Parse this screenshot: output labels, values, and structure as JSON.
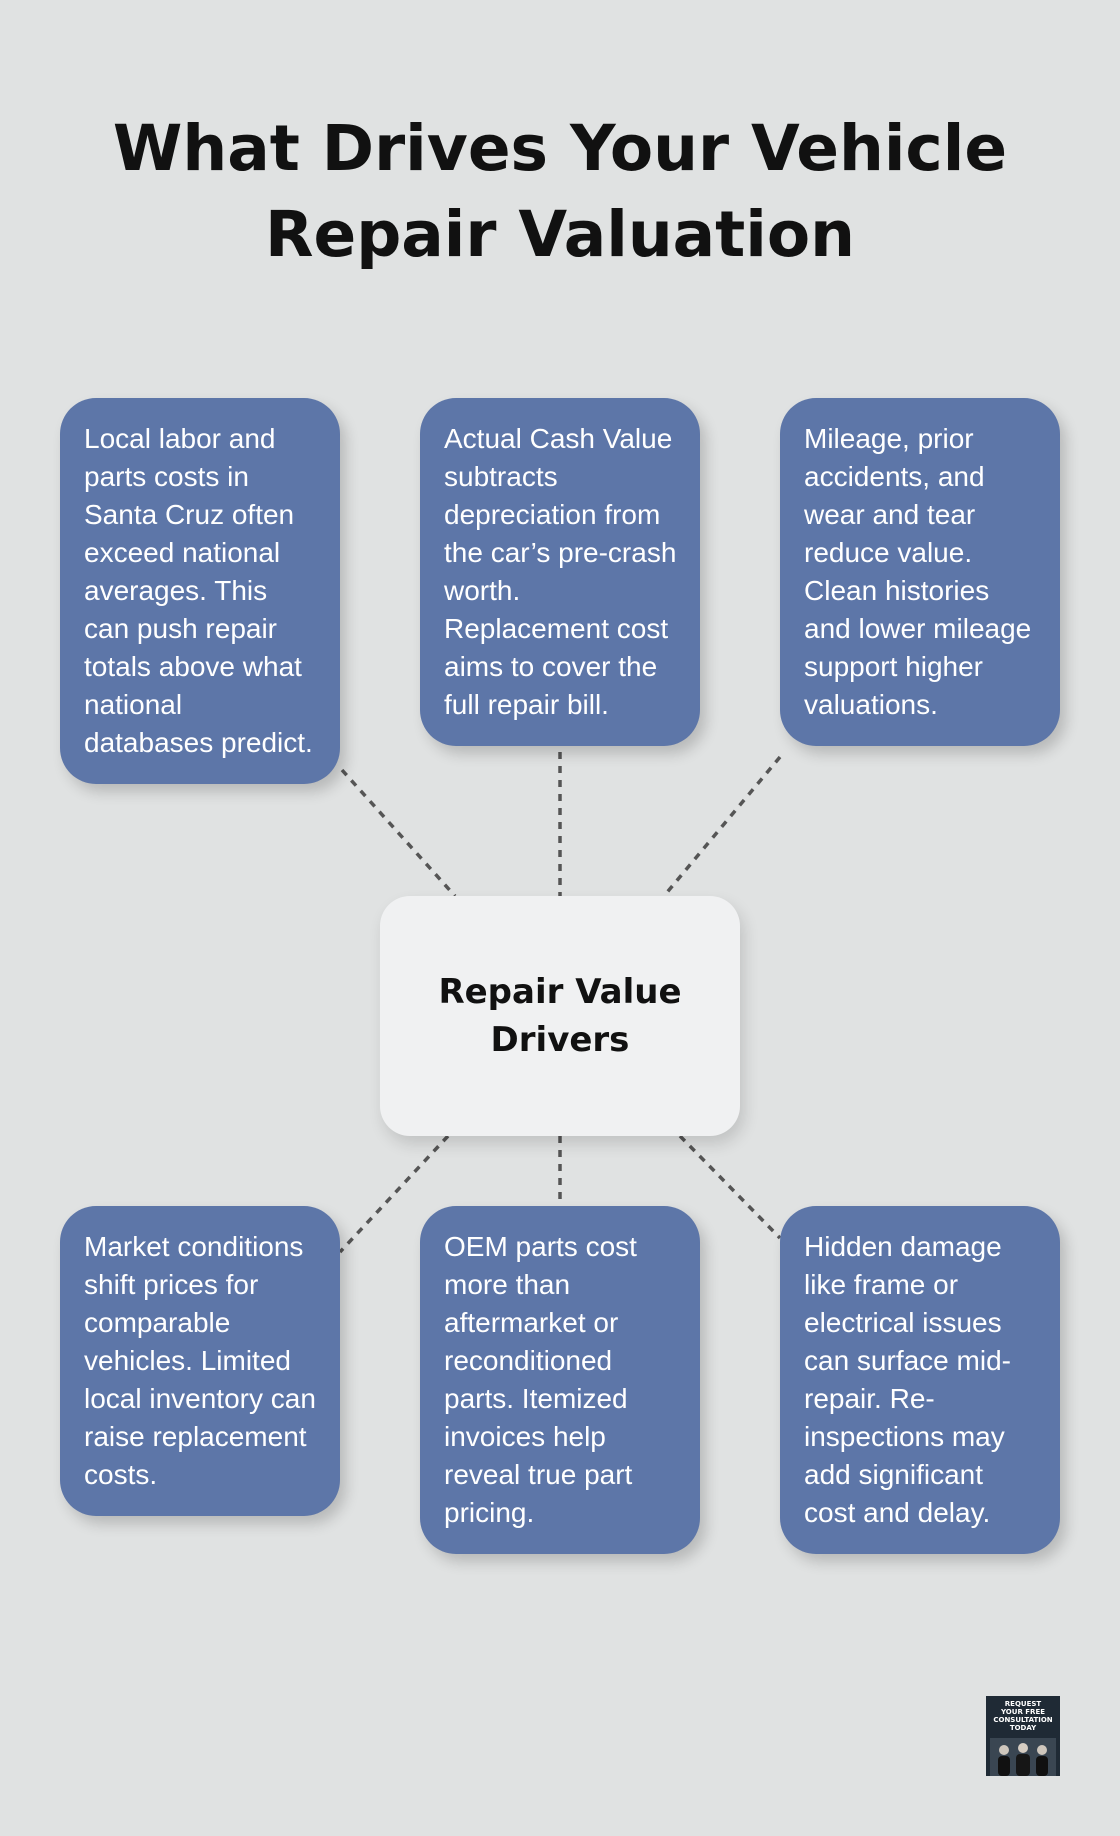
{
  "title": {
    "line1": "What Drives Your Vehicle",
    "line2": "Repair Valuation"
  },
  "center": {
    "line1": "Repair Value",
    "line2": "Drivers"
  },
  "cards": [
    {
      "text": "Local labor and parts costs in Santa Cruz often exceed national averages. This can push repair totals above what national databases predict."
    },
    {
      "text": "Actual Cash Value subtracts depreciation from the car’s pre-crash worth. Replacement cost aims to cover the full repair bill."
    },
    {
      "text": "Mileage, prior accidents, and wear and tear reduce value. Clean histories and lower mileage support higher valuations."
    },
    {
      "text": "Market conditions shift prices for comparable vehicles. Limited local inventory can raise replacement costs."
    },
    {
      "text": "OEM parts cost more than aftermarket or reconditioned parts. Itemized invoices help reveal true part pricing."
    },
    {
      "text": "Hidden damage like frame or electrical issues can surface mid-repair. Re-inspections may add significant cost and delay."
    }
  ],
  "badge": {
    "line1": "REQUEST",
    "line2": "YOUR FREE",
    "line3": "CONSULTATION",
    "line4": "TODAY"
  },
  "colors": {
    "background": "#e0e2e2",
    "card": "#5d76a8",
    "center": "#f0f1f2",
    "connector": "#555555"
  }
}
